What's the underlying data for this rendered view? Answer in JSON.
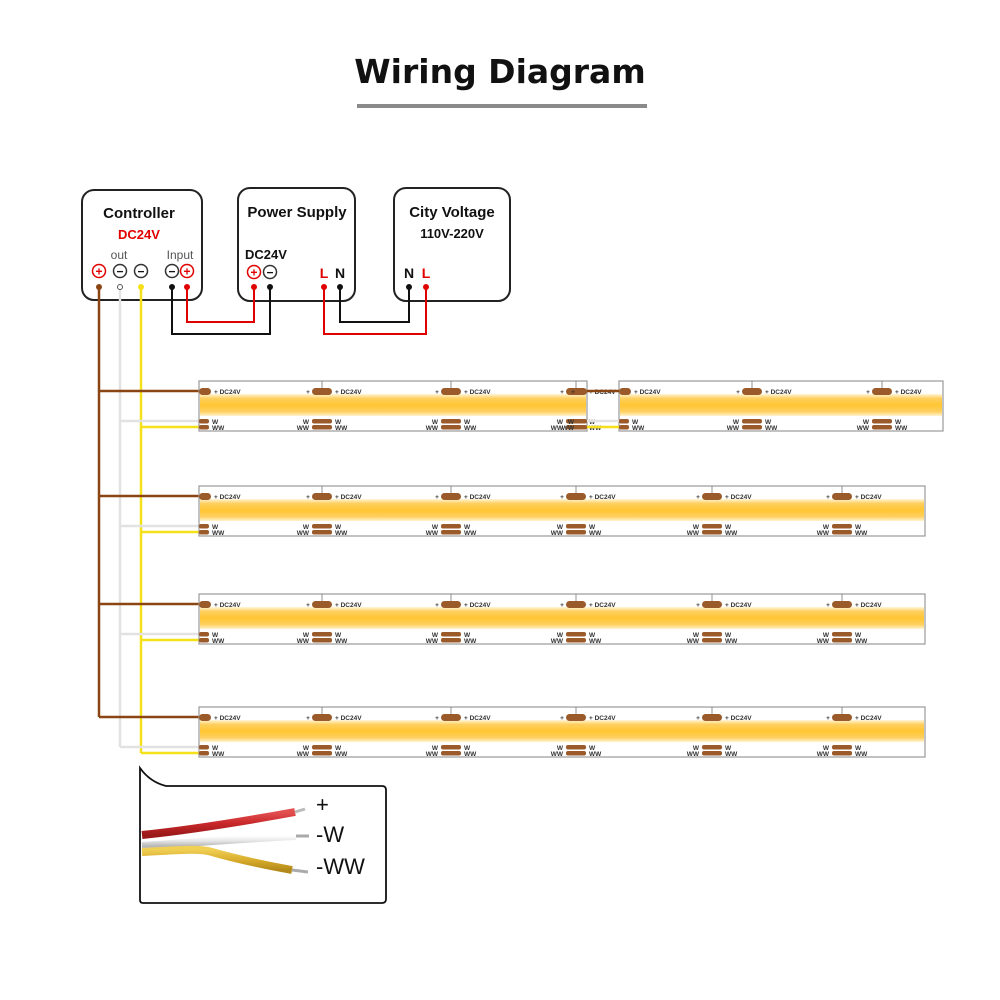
{
  "title": "Wiring Diagram",
  "controller": {
    "title": "Controller",
    "voltage": "DC24V",
    "out_label": "out",
    "input_label": "Input",
    "out_terminals": [
      "+",
      "−",
      "−"
    ],
    "input_terminals": [
      "−",
      "+"
    ]
  },
  "power_supply": {
    "title": "Power Supply",
    "voltage": "DC24V",
    "dc_terminals": [
      "+",
      "−"
    ],
    "ac_terminals": [
      "L",
      "N"
    ]
  },
  "city_voltage": {
    "title": "City Voltage",
    "range": "110V-220V",
    "terminals": [
      "N",
      "L"
    ]
  },
  "strip": {
    "plus_label": "+",
    "dc_label": "+ DC24V",
    "w_label": "W",
    "ww_label": "WW",
    "rows": 4,
    "first_row_segments": 2
  },
  "wire_legend": {
    "items": [
      {
        "label": "+",
        "color": "#c8282a"
      },
      {
        "label": "-W",
        "color": "#e8e8e8"
      },
      {
        "label": "-WW",
        "color": "#d8b030"
      }
    ]
  },
  "colors": {
    "brown": "#8b4513",
    "white_wire": "#dddddd",
    "yellow": "#f5e11a",
    "red": "#e00000",
    "black": "#111111",
    "strip_glow": "#ffc533",
    "pad": "#9a5a2a"
  }
}
